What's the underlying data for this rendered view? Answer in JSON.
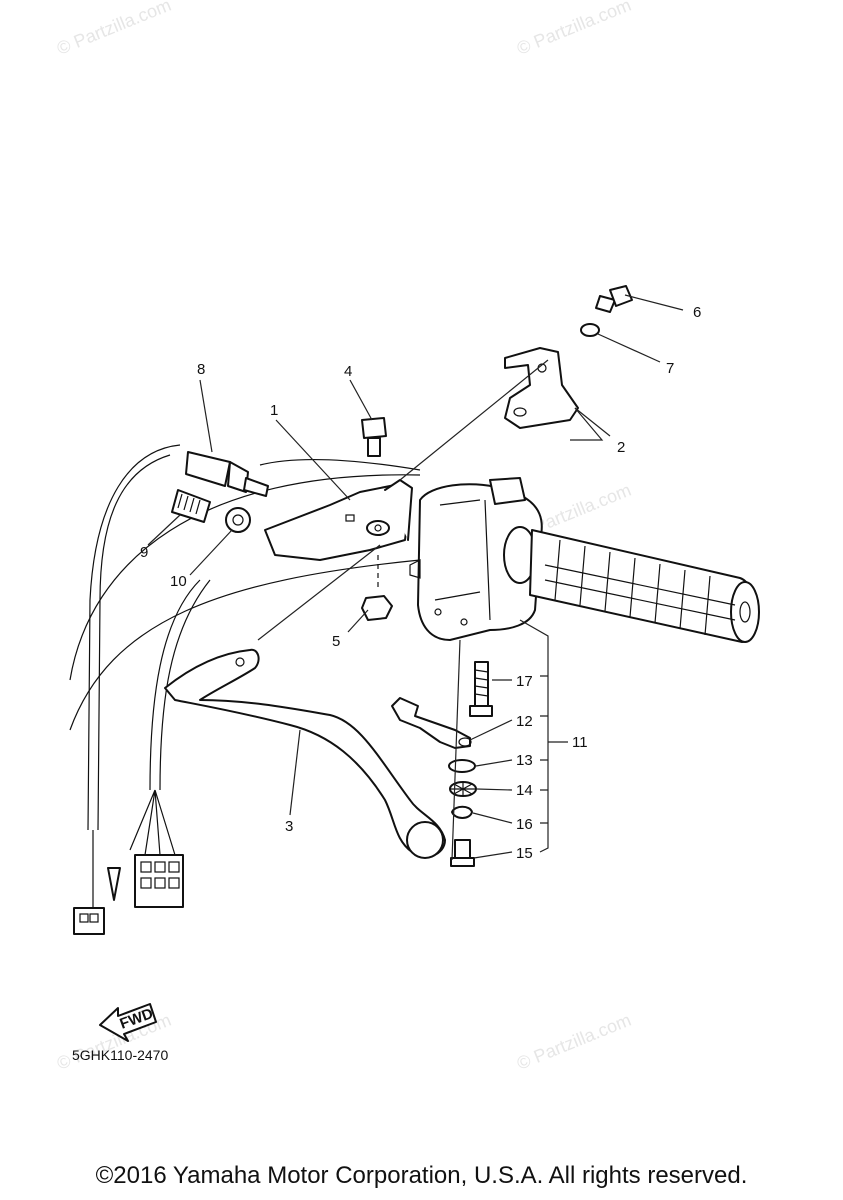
{
  "diagram": {
    "part_code": "5GHK110-2470",
    "copyright": "©2016 Yamaha Motor Corporation, U.S.A. All rights reserved.",
    "fwd_marker": "FWD",
    "watermark": "© Partzilla.com",
    "callouts": {
      "c1": "1",
      "c2": "2",
      "c3": "3",
      "c4": "4",
      "c5": "5",
      "c6": "6",
      "c7": "7",
      "c8": "8",
      "c9": "9",
      "c10": "10",
      "c11": "11",
      "c12": "12",
      "c13": "13",
      "c14": "14",
      "c15": "15",
      "c16": "16",
      "c17": "17"
    }
  }
}
